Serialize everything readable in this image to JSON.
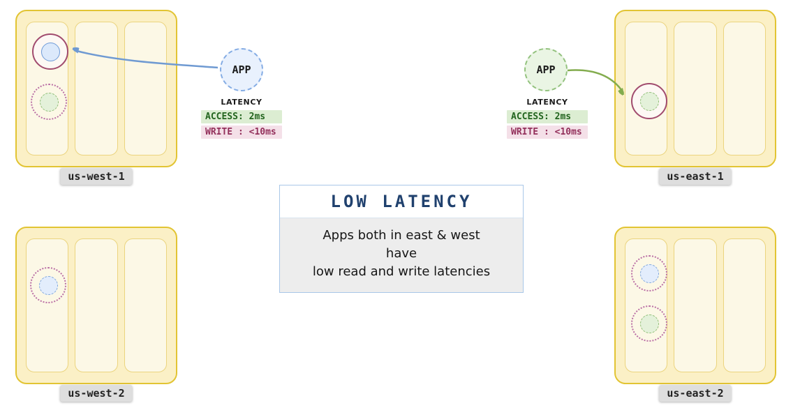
{
  "regions": {
    "us_west_1": {
      "label": "us-west-1"
    },
    "us_east_1": {
      "label": "us-east-1"
    },
    "us_west_2": {
      "label": "us-west-2"
    },
    "us_east_2": {
      "label": "us-east-2"
    }
  },
  "apps": {
    "west": {
      "label": "APP",
      "latency_heading": "LATENCY",
      "access": "ACCESS: 2ms",
      "write": "WRITE : <10ms"
    },
    "east": {
      "label": "APP",
      "latency_heading": "LATENCY",
      "access": "ACCESS: 2ms",
      "write": "WRITE : <10ms"
    }
  },
  "callout": {
    "title": "LOW LATENCY",
    "line1": "Apps both in east & west",
    "line2": "have",
    "line3": "low read and write latencies"
  },
  "colors": {
    "region_fill": "#FBF0C6",
    "region_border": "#E2C433",
    "az_fill": "#FCF8E6",
    "replica_ring_solid": "#A14B6E",
    "replica_ring_dotted": "#BA6FA5",
    "core_blue": "#DCE9FB",
    "core_green": "#E4F1DA",
    "app_blue": "#E9F1FD",
    "app_green": "#EAF5E4",
    "access_badge_bg": "#DCEDD2",
    "access_badge_text": "#23651F",
    "write_badge_bg": "#F4E0E8",
    "write_badge_text": "#93305B",
    "arrow_blue": "#6F9AD2",
    "arrow_green": "#83AC4E",
    "callout_title_text": "#20416E",
    "callout_body_bg": "#EDEDED"
  }
}
